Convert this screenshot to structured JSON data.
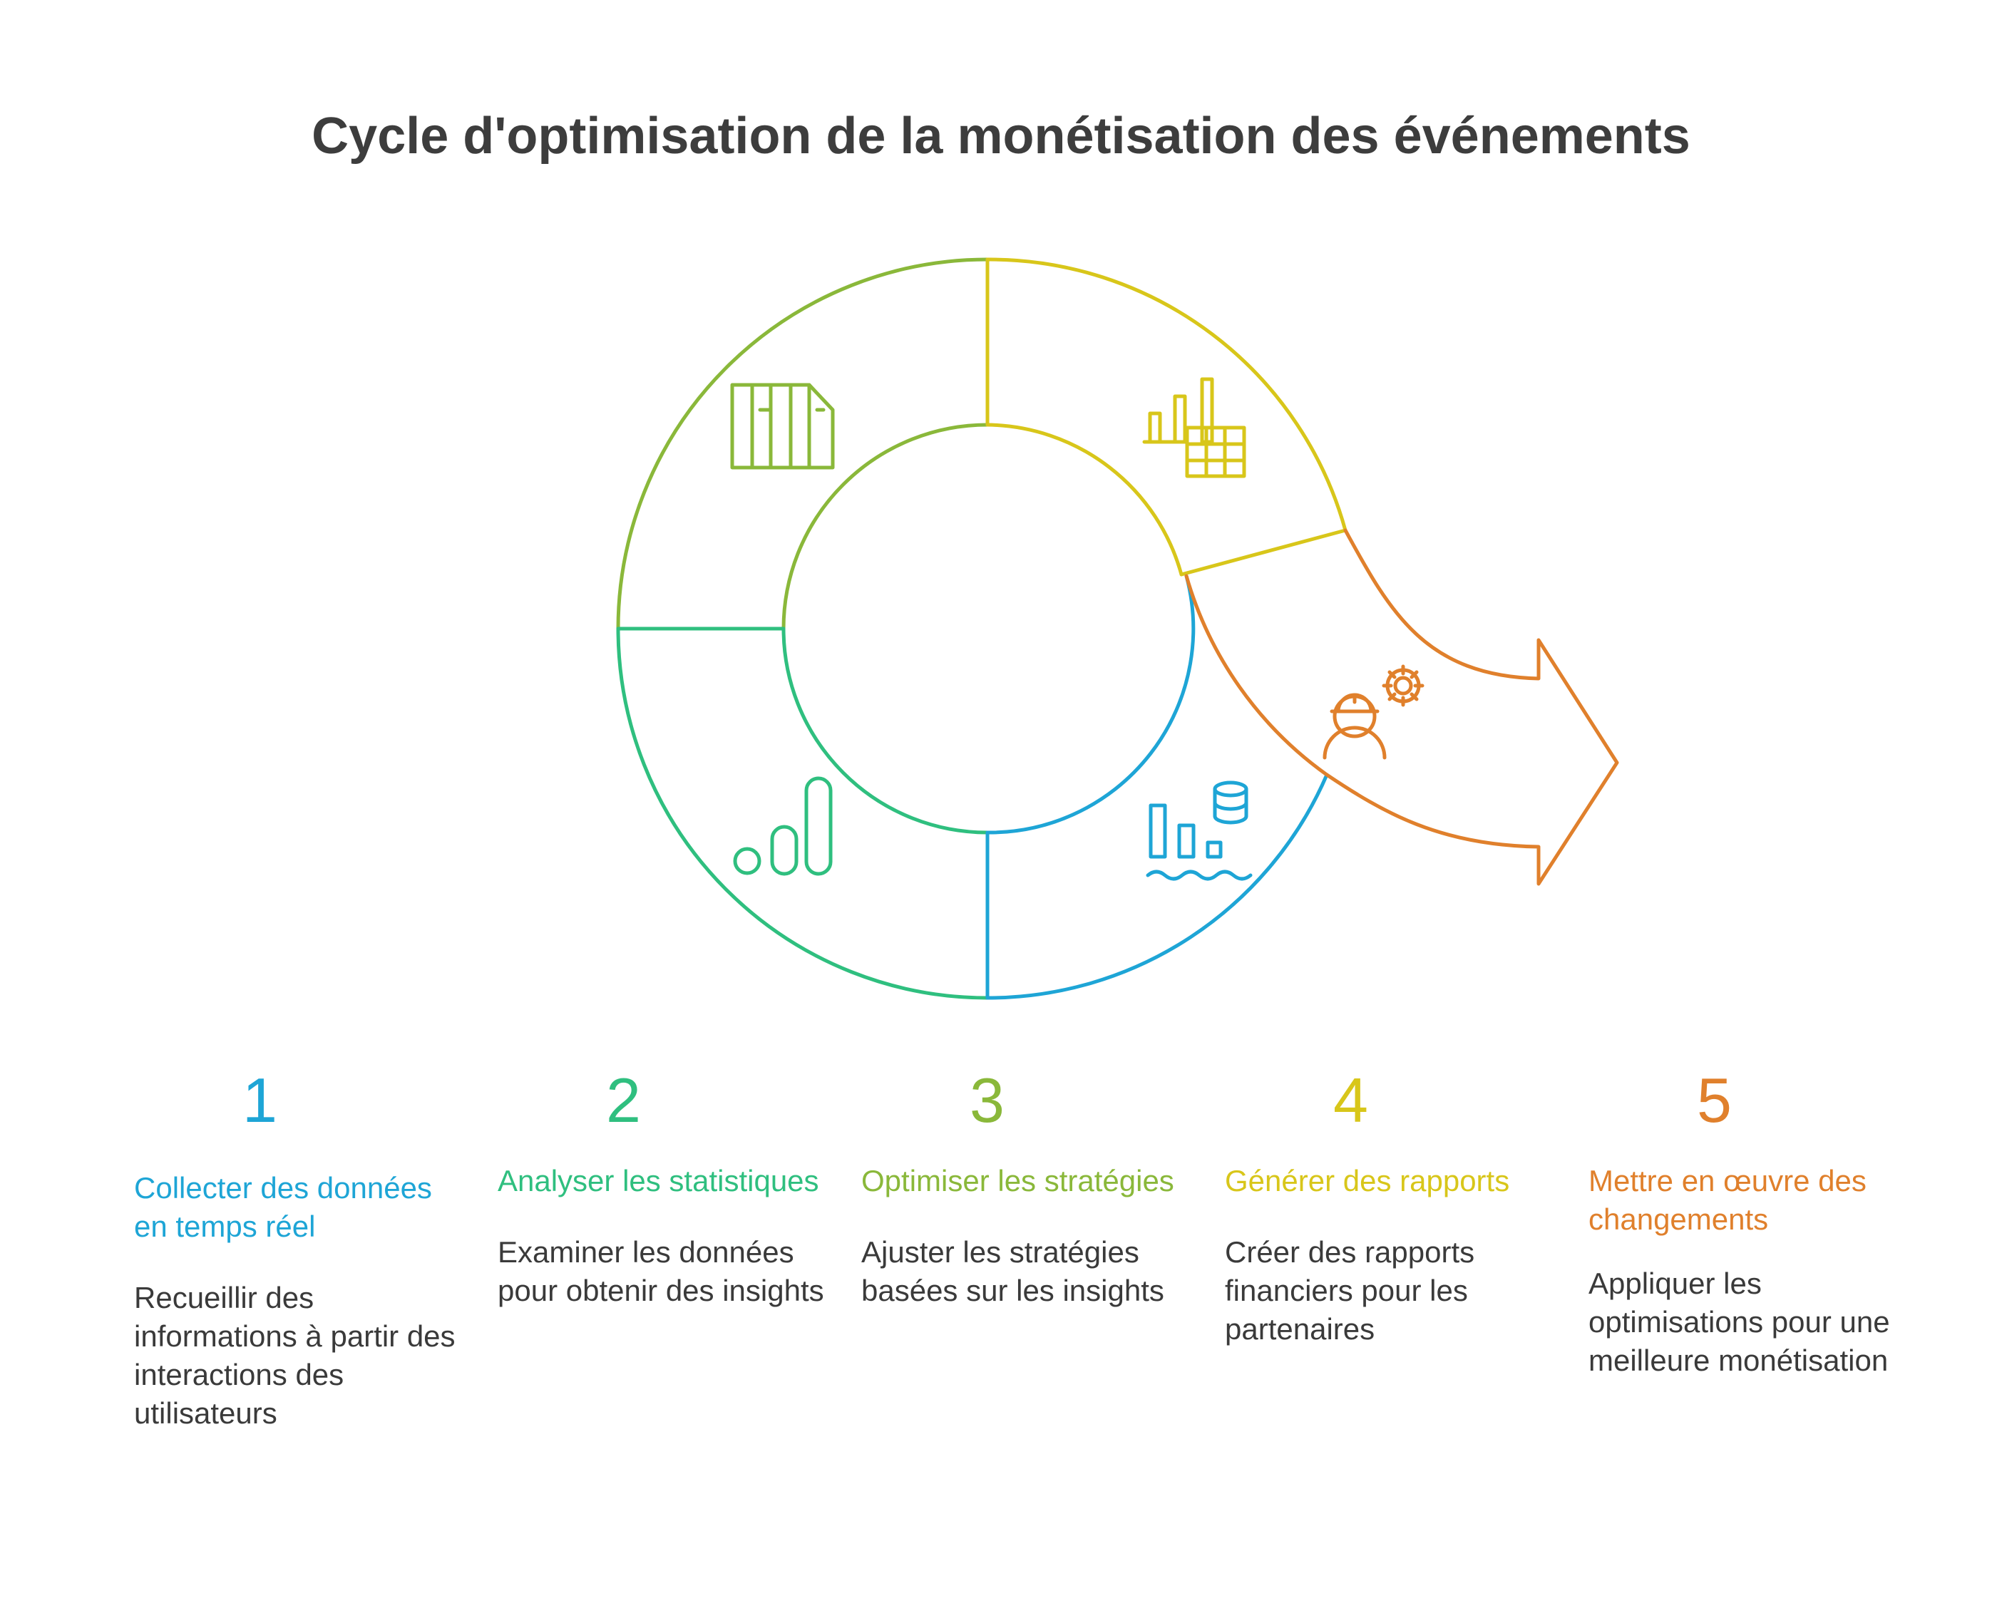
{
  "title": "Cycle d'optimisation de la monétisation des événements",
  "colors": {
    "step1": "#1ea5d6",
    "step2": "#2fbf7f",
    "step3": "#8ab83a",
    "step4": "#d8c61a",
    "step5": "#e0802c",
    "text": "#3a3a3a"
  },
  "diagram": {
    "segments": [
      {
        "step": 1,
        "icon": "database-bar-chart-icon"
      },
      {
        "step": 2,
        "icon": "growth-bars-icon"
      },
      {
        "step": 3,
        "icon": "documents-icon"
      },
      {
        "step": 4,
        "icon": "report-table-icon"
      },
      {
        "step": 5,
        "icon": "worker-gear-icon"
      }
    ]
  },
  "steps": [
    {
      "number": "1",
      "title": "Collecter des données en temps réel",
      "description": "Recueillir des informations à partir des interactions des utilisateurs"
    },
    {
      "number": "2",
      "title": "Analyser les statistiques",
      "description": "Examiner les données pour obtenir des insights"
    },
    {
      "number": "3",
      "title": "Optimiser les stratégies",
      "description": "Ajuster les stratégies basées sur les insights"
    },
    {
      "number": "4",
      "title": "Générer des rapports",
      "description": "Créer des rapports financiers pour les partenaires"
    },
    {
      "number": "5",
      "title": "Mettre en œuvre des changements",
      "description": "Appliquer les optimisations pour une meilleure monétisation"
    }
  ]
}
